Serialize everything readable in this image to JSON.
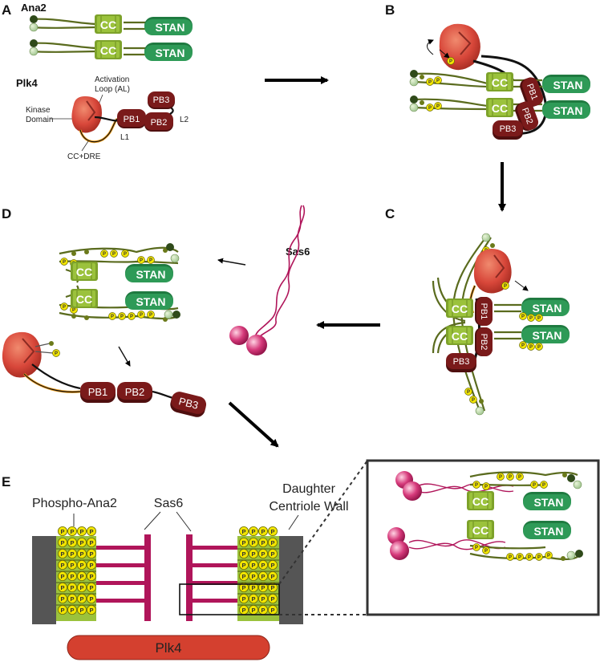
{
  "panels": {
    "a": "A",
    "b": "B",
    "c": "C",
    "d": "D",
    "e": "E"
  },
  "labels": {
    "ana2": "Ana2",
    "plk4": "Plk4",
    "cc": "CC",
    "stan": "STAN",
    "pb1": "PB1",
    "pb2": "PB2",
    "pb3": "PB3",
    "activation_loop": "Activation",
    "activation_loop_2": "Loop (AL)",
    "kinase": "Kinase",
    "kinase_2": "Domain",
    "l1": "L1",
    "l2": "L2",
    "cc_dre": "CC+DRE",
    "sas6": "Sas6",
    "phospho_ana2": "Phospho-Ana2",
    "daughter": "Daughter",
    "daughter_2": "Centriole Wall",
    "plk4_bar": "Plk4",
    "p": "P"
  },
  "colors": {
    "cc_green": "#9bc23c",
    "stan_green": "#2e9a57",
    "chain_olive": "#5a6b1e",
    "pb_maroon": "#7a1a1a",
    "kinase_red": "#d8473a",
    "sas6_magenta": "#b0155a",
    "phospho_yellow": "#f2e500",
    "wall_gray": "#555555",
    "plk4_bar_red": "#d4402f"
  },
  "icons": [
    "arrow-icon",
    "phosphate-icon",
    "kinase-icon",
    "sas6-head-icon"
  ]
}
